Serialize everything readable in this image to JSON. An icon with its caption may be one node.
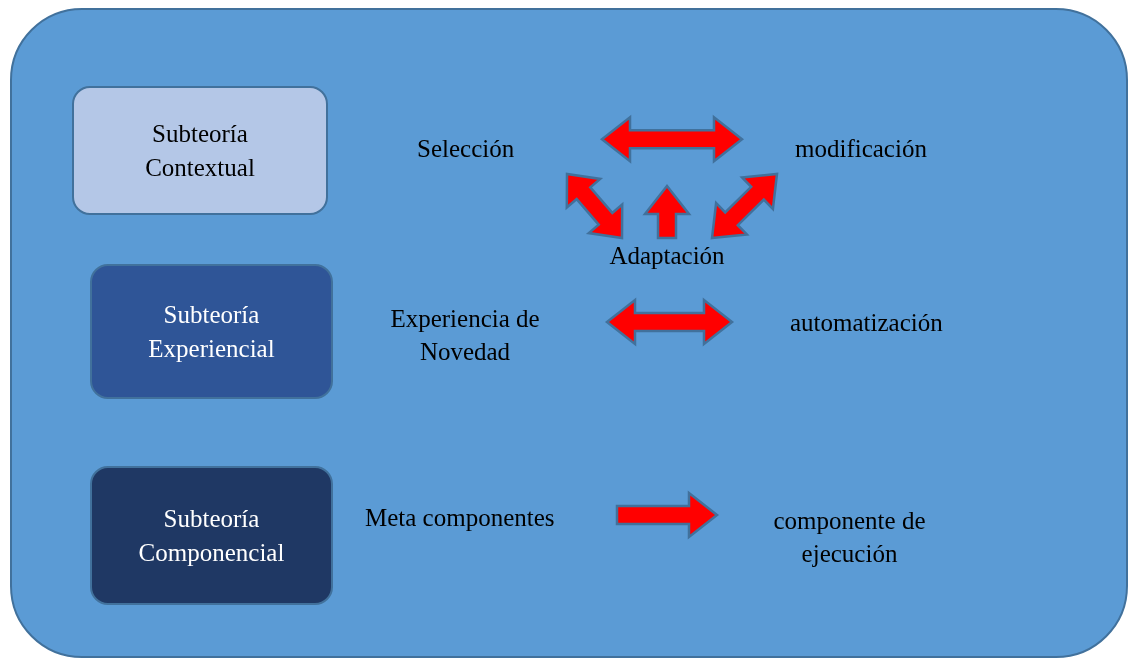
{
  "diagram": {
    "nodes": [
      {
        "text": [],
        "shape": "box"
      },
      {
        "text": [
          "Subteoría Contextual"
        ],
        "in": 0
      },
      {
        "text": [
          "Selección"
        ],
        "in": 0
      },
      {
        "text": [
          "modificación"
        ],
        "in": 0
      },
      {
        "text": [
          "Adaptación"
        ],
        "in": 0
      },
      {
        "text": [
          "Subteoría Experiencial"
        ],
        "in": 0
      },
      {
        "text": [
          "Experiencia de Novedad"
        ],
        "in": 0
      },
      {
        "text": [
          "automatización"
        ],
        "in": 0
      },
      {
        "text": [
          "Subteoría Componencial"
        ],
        "in": 0
      },
      {
        "text": [
          "Meta componentes"
        ],
        "in": 0
      },
      {
        "text": [
          "componente de ejecución"
        ],
        "in": 0
      }
    ],
    "edges": [
      {
        "from": 2,
        "to": 3,
        "arrow": "both"
      },
      {
        "from": 4,
        "to": 2,
        "arrow": "both"
      },
      {
        "from": 4,
        "to": null,
        "arrow": "to"
      },
      {
        "from": 4,
        "to": 3,
        "arrow": "both"
      },
      {
        "from": 6,
        "to": 7,
        "arrow": "both"
      },
      {
        "from": 9,
        "to": 10,
        "arrow": "to"
      }
    ]
  }
}
